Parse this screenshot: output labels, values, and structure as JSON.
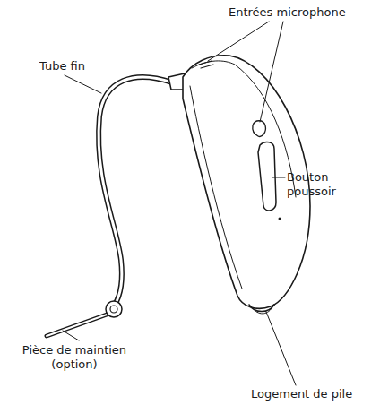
{
  "diagram": {
    "labels": [
      "Entrées microphone",
      "Tube fin",
      "Bouton poussoir",
      "Pièce de maintien (option)",
      "Logement de pile"
    ]
  }
}
